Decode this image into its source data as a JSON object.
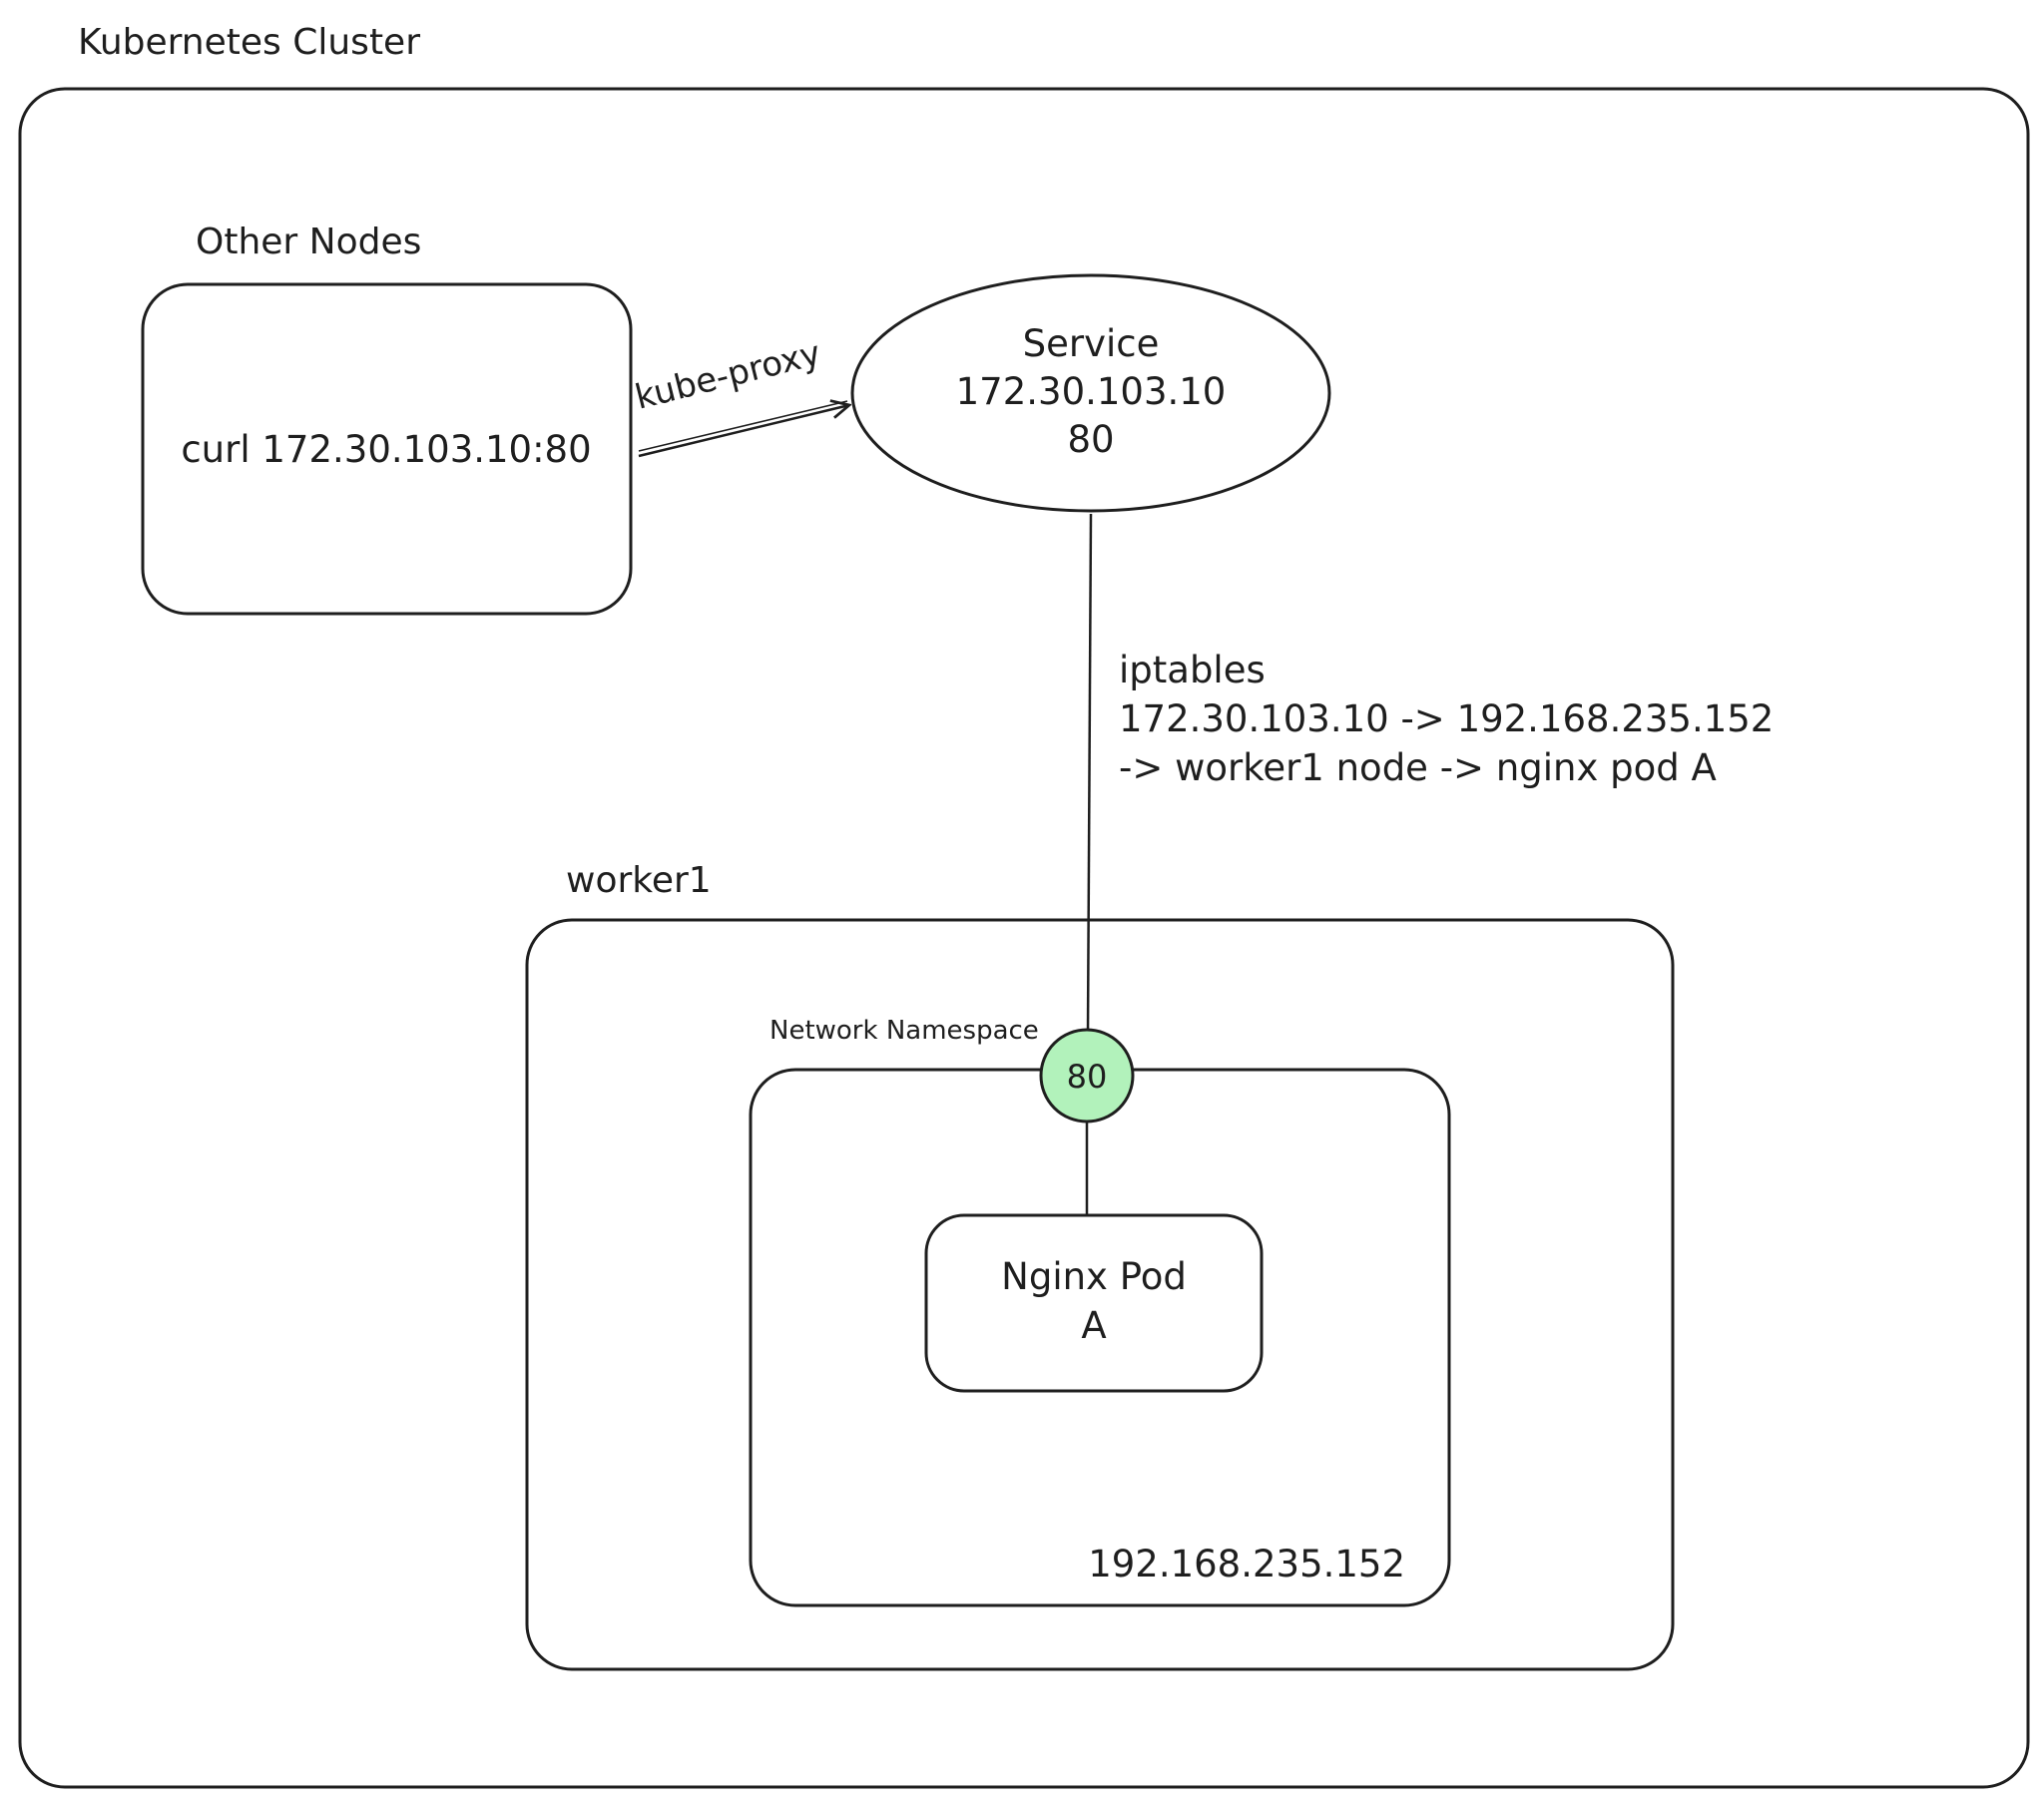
{
  "cluster": {
    "title": "Kubernetes Cluster"
  },
  "other_nodes": {
    "title": "Other Nodes",
    "command": "curl 172.30.103.10:80"
  },
  "edge_proxy": {
    "label": "kube-proxy"
  },
  "service": {
    "name": "Service",
    "ip": "172.30.103.10",
    "port": "80"
  },
  "edge_iptables": {
    "line1": "iptables",
    "line2": "172.30.103.10 -> 192.168.235.152",
    "line3": "-> worker1 node -> nginx pod A"
  },
  "worker": {
    "title": "worker1"
  },
  "namespace": {
    "title": "Network Namespace",
    "ip": "192.168.235.152"
  },
  "port_badge": {
    "label": "80",
    "color": "#b2f2bb"
  },
  "pod": {
    "line1": "Nginx Pod",
    "line2": "A"
  }
}
